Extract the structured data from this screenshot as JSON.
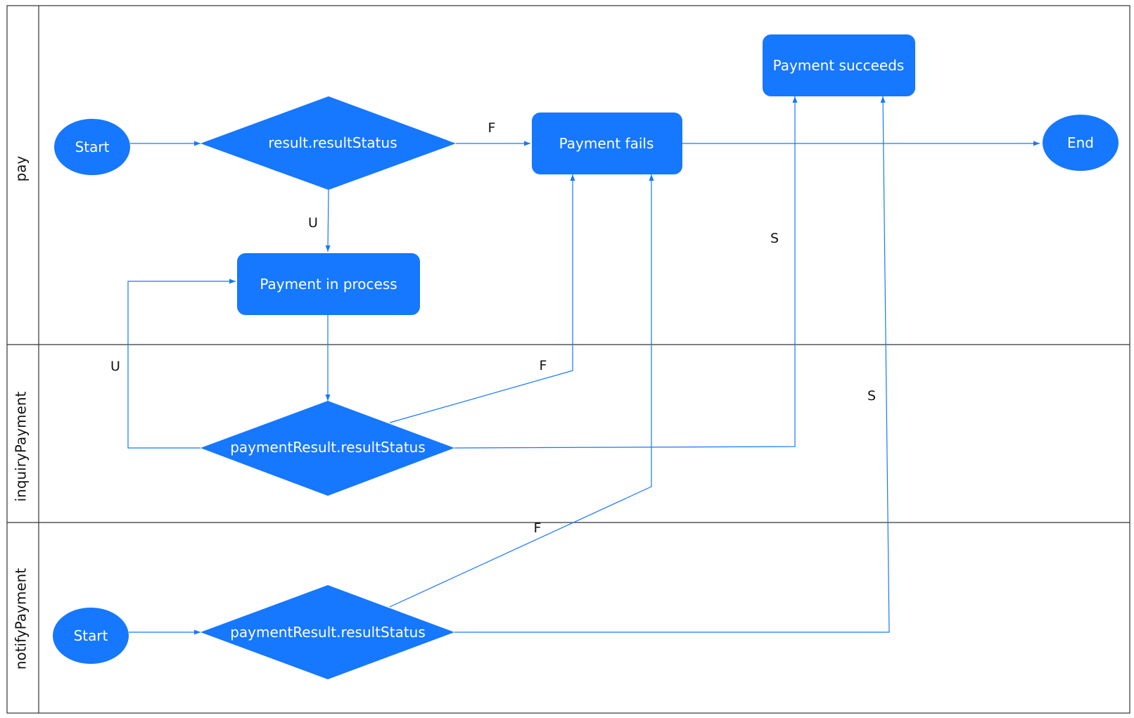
{
  "colors": {
    "node": "#1677ff",
    "edge": "#1677ff",
    "lane_border": "#333333",
    "node_text": "#ffffff"
  },
  "lanes": {
    "pay": "pay",
    "inquiry": "inquiryPayment",
    "notify": "notifyPayment"
  },
  "nodes": {
    "pay_start": "Start",
    "pay_decision": "result.resultStatus",
    "payment_fails": "Payment fails",
    "payment_succeeds": "Payment succeeds",
    "payment_in_process": "Payment in process",
    "pay_end": "End",
    "inquiry_decision": "paymentResult.resultStatus",
    "notify_start": "Start",
    "notify_decision": "paymentResult.resultStatus"
  },
  "edge_labels": {
    "pay_f": "F",
    "pay_u": "U",
    "inquiry_u": "U",
    "inquiry_f": "F",
    "inquiry_s": "S",
    "notify_f": "F",
    "notify_s": "S"
  }
}
